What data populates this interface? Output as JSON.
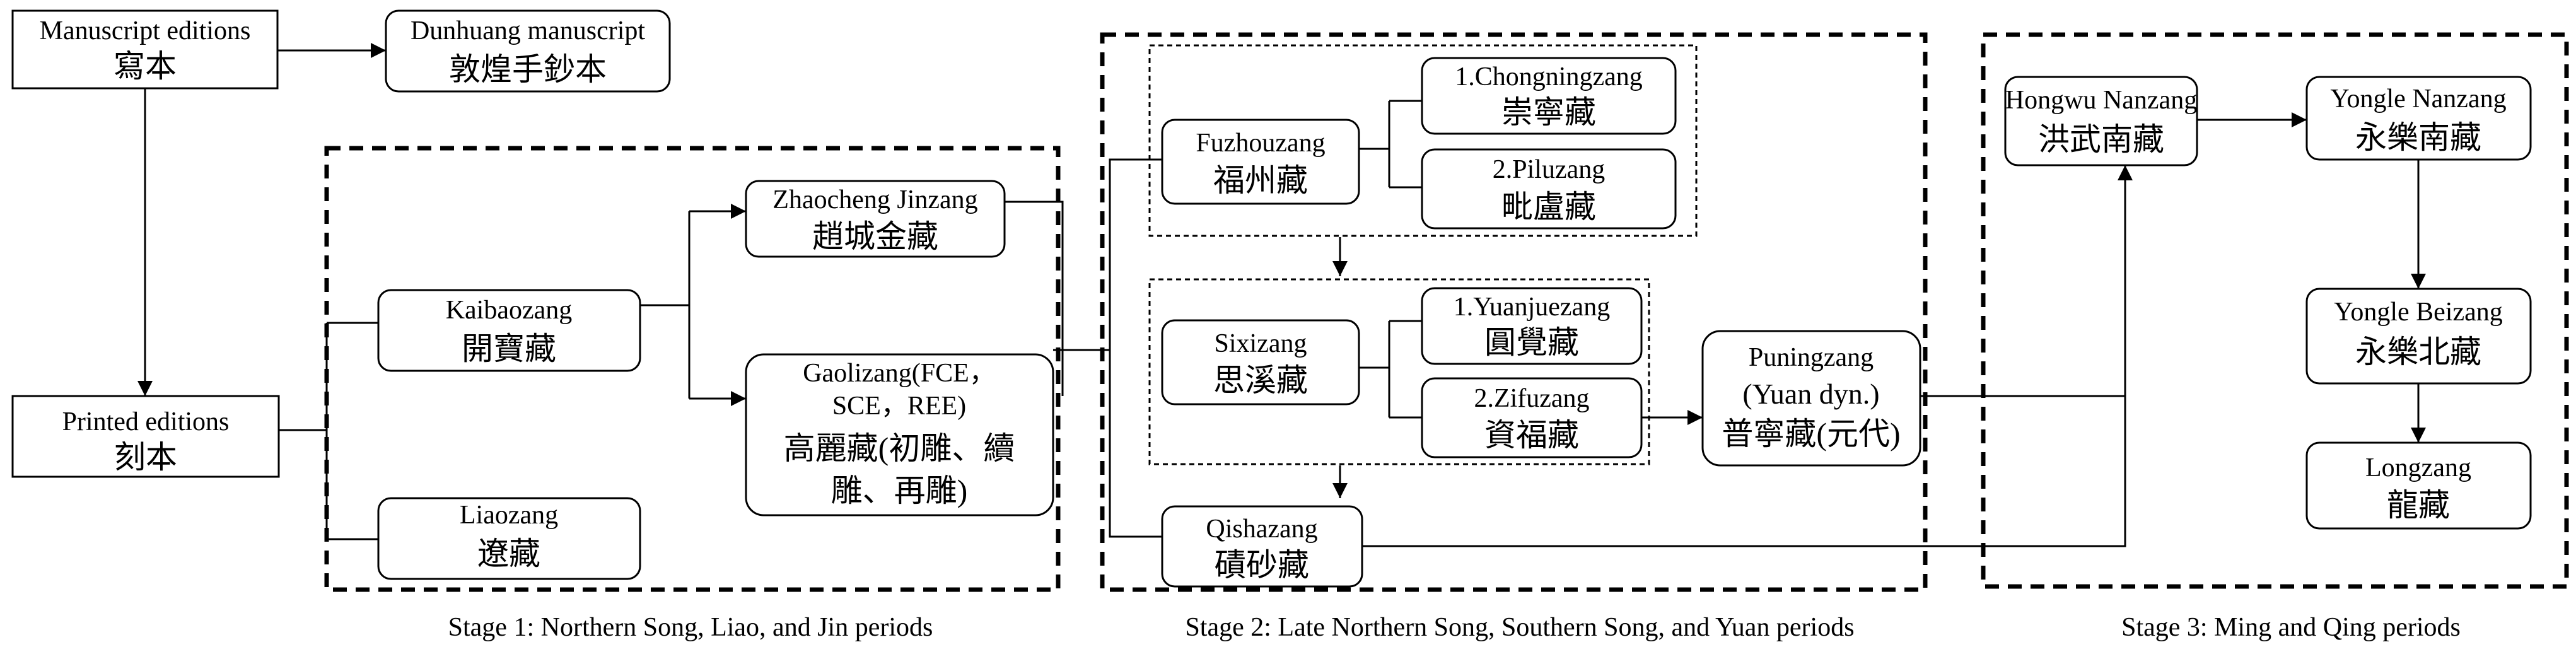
{
  "nodes": {
    "manuscript": {
      "en": "Manuscript editions",
      "zh": "寫本"
    },
    "dunhuang": {
      "en": "Dunhuang manuscript",
      "zh": "敦煌手鈔本"
    },
    "printed": {
      "en": "Printed editions",
      "zh": "刻本"
    },
    "kaibaozang": {
      "en": "Kaibaozang",
      "zh": "開寶藏"
    },
    "liaozang": {
      "en": "Liaozang",
      "zh": "遼藏"
    },
    "zhaocheng": {
      "en": "Zhaocheng Jinzang",
      "zh": "趙城金藏"
    },
    "gaolizang": {
      "en1": "Gaolizang(FCE，",
      "en2": "SCE，REE)",
      "zh1": "高麗藏(初雕、續",
      "zh2": "雕、再雕)"
    },
    "fuzhouzang": {
      "en": "Fuzhouzang",
      "zh": "福州藏"
    },
    "chongningzang": {
      "en": "1.Chongningzang",
      "zh": "崇寧藏"
    },
    "piluzang": {
      "en": "2.Piluzang",
      "zh": "毗盧藏"
    },
    "sixizang": {
      "en": "Sixizang",
      "zh": "思溪藏"
    },
    "yuanjuezang": {
      "en": "1.Yuanjuezang",
      "zh": "圓覺藏"
    },
    "zifuzang": {
      "en": "2.Zifuzang",
      "zh": "資福藏"
    },
    "qishazang": {
      "en": "Qishazang",
      "zh": "磧砂藏"
    },
    "puningzang": {
      "en1": "Puningzang",
      "en2": "(Yuan dyn.)",
      "zh": "普寧藏(元代)"
    },
    "hongwu": {
      "en": "Hongwu Nanzang",
      "zh": "洪武南藏"
    },
    "yongle_nan": {
      "en": "Yongle Nanzang",
      "zh": "永樂南藏"
    },
    "yongle_bei": {
      "en": "Yongle Beizang",
      "zh": "永樂北藏"
    },
    "longzang": {
      "en": "Longzang",
      "zh": "龍藏"
    }
  },
  "stages": [
    {
      "caption": "Stage 1: Northern Song, Liao, and Jin periods"
    },
    {
      "caption": "Stage 2: Late Northern Song, Southern Song, and Yuan periods"
    },
    {
      "caption": "Stage 3: Ming and Qing periods"
    }
  ]
}
